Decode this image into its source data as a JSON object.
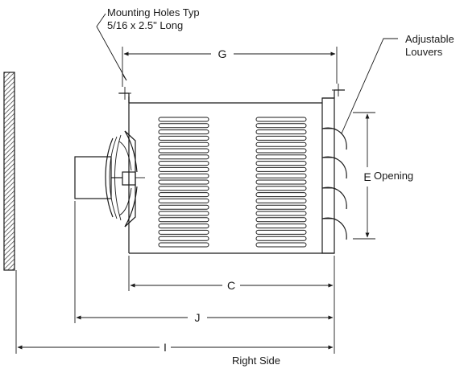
{
  "labels": {
    "mounting_holes_line1": "Mounting Holes Typ",
    "mounting_holes_line2": "5/16 x 2.5\" Long",
    "adjustable_line1": "Adjustable",
    "adjustable_line2": "Louvers",
    "opening": "Opening",
    "view_caption": "Right Side"
  },
  "dimensions": {
    "g": "G",
    "e": "E",
    "c": "C",
    "j": "J",
    "i": "I"
  }
}
